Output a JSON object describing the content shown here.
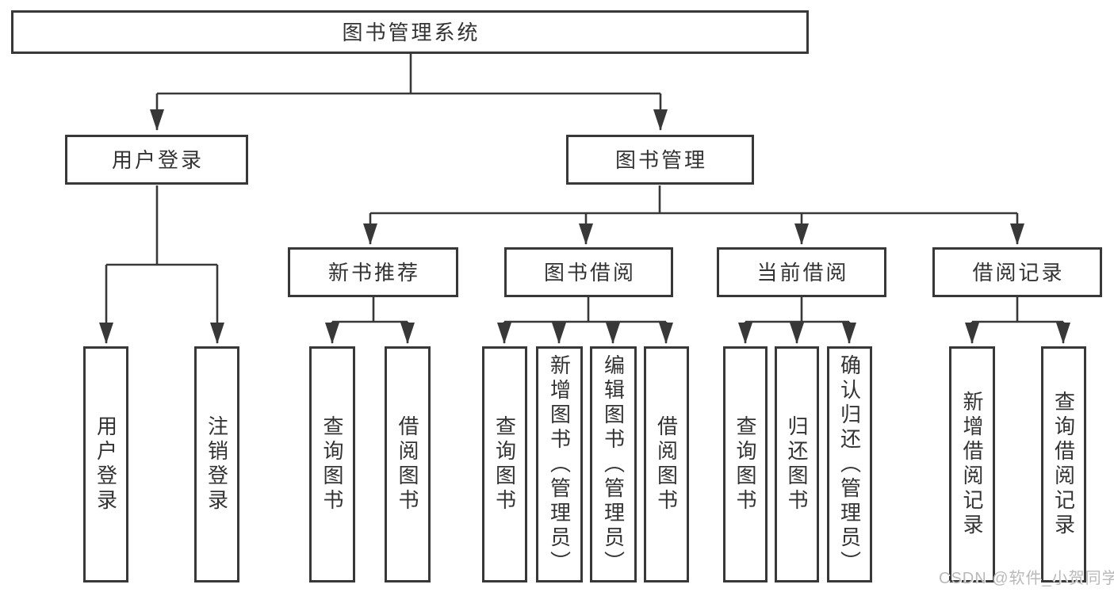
{
  "diagram": {
    "title": "图书管理系统",
    "level2": [
      "用户登录",
      "图书管理"
    ],
    "level3": [
      "新书推荐",
      "图书借阅",
      "当前借阅",
      "借阅记录"
    ],
    "leaves_user_login": [
      "用户登录",
      "注销登录"
    ],
    "leaves_new_book": [
      "查询图书",
      "借阅图书"
    ],
    "leaves_book_borrow": [
      "查询图书",
      "新增图书（管理员）",
      "编辑图书（管理员）",
      "借阅图书"
    ],
    "leaves_current_borrow": [
      "查询图书",
      "归还图书",
      "确认归还（管理员）"
    ],
    "leaves_records": [
      "新增借阅记录",
      "查询借阅记录"
    ]
  },
  "watermark": "CSDN @软件_小贺同学",
  "colors": {
    "line": "#383838",
    "text": "#333333",
    "box_fill": "#ffffff",
    "watermark": "#b9b9b9",
    "background": "#ffffff"
  }
}
